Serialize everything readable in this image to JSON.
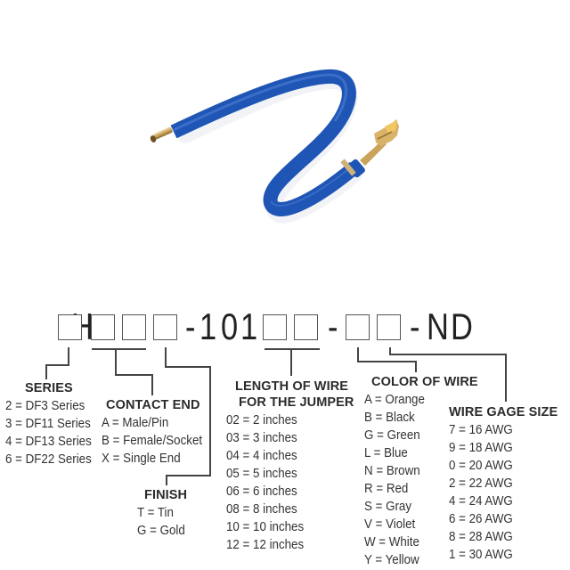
{
  "product_photo": {
    "subject": "jumper wire",
    "wire_color": "#1f55b5",
    "contact_color": "#d9b36a"
  },
  "part_number": {
    "chars": [
      "H",
      "-",
      "1",
      "0",
      "1",
      "-",
      "-",
      "N",
      "D"
    ],
    "pattern": "H□□□□-101□□-□□-ND"
  },
  "sections": {
    "series": {
      "title": "SERIES",
      "items": [
        "2 = DF3 Series",
        "3 = DF11 Series",
        "4 = DF13 Series",
        "6 = DF22 Series"
      ]
    },
    "contact_end": {
      "title": "CONTACT END",
      "items": [
        "A = Male/Pin",
        "B = Female/Socket",
        "X = Single End"
      ]
    },
    "finish": {
      "title": "FINISH",
      "items": [
        "T = Tin",
        "G = Gold"
      ]
    },
    "length": {
      "title_line1": "LENGTH OF WIRE",
      "title_line2": "FOR THE JUMPER",
      "items": [
        "02 = 2 inches",
        "03 = 3 inches",
        "04 = 4 inches",
        "05 = 5 inches",
        "06 = 6 inches",
        "08 = 8 inches",
        "10 = 10 inches",
        "12 = 12 inches"
      ]
    },
    "color": {
      "title": "COLOR OF WIRE",
      "items": [
        "A = Orange",
        "B = Black",
        "G = Green",
        "L = Blue",
        "N = Brown",
        "R = Red",
        "S = Gray",
        "V = Violet",
        "W = White",
        "Y = Yellow"
      ]
    },
    "gage": {
      "title": "WIRE GAGE SIZE",
      "items": [
        "7 = 16 AWG",
        "9 = 18 AWG",
        "0 = 20 AWG",
        "2 = 22 AWG",
        "4 = 24 AWG",
        "6 = 26 AWG",
        "8 = 28 AWG",
        "1 = 30 AWG"
      ]
    }
  }
}
